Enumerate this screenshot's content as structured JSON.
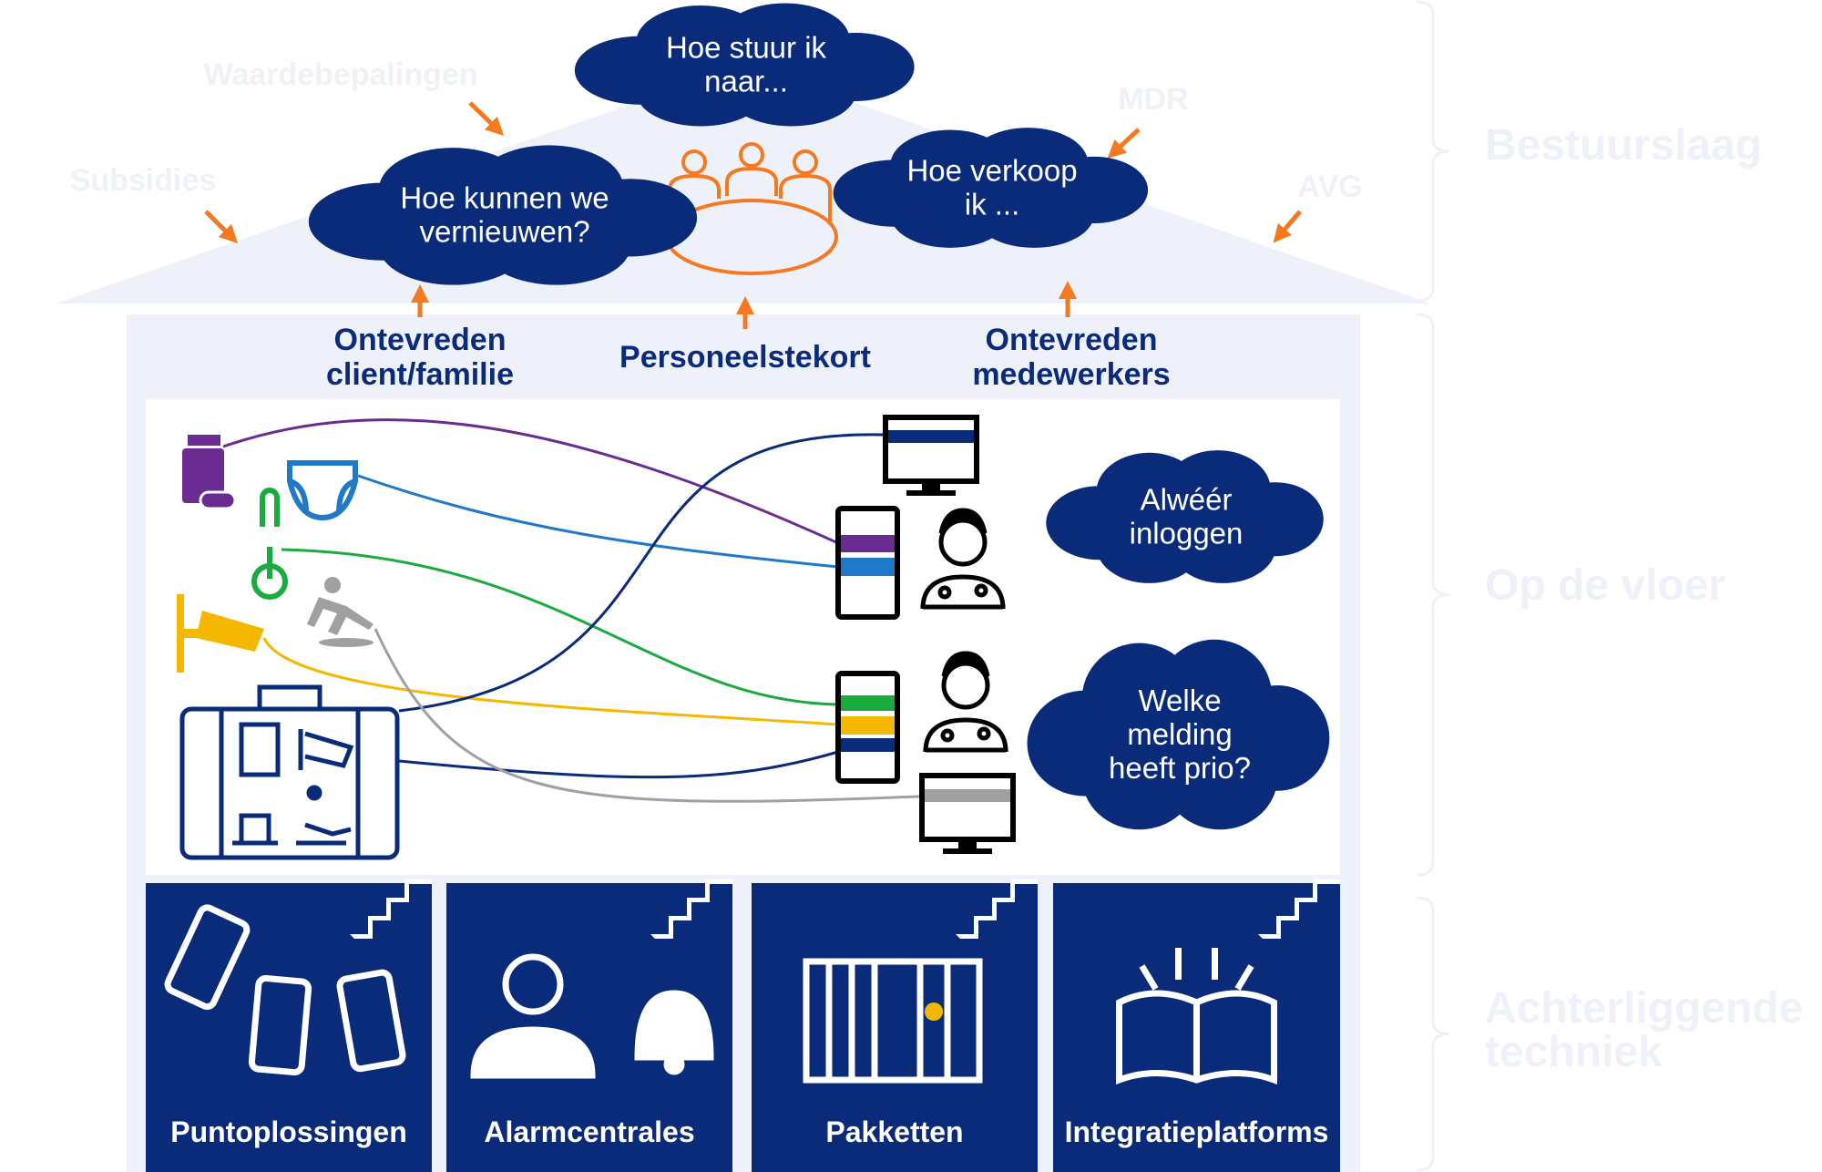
{
  "colors": {
    "navy": "#0a2a7a",
    "light": "#eef1f9",
    "orange": "#f47920",
    "purple": "#6a2c91",
    "blue": "#1f78c8",
    "green": "#1aab3e",
    "yellow": "#f5b800",
    "gray": "#a0a0a0"
  },
  "governance": {
    "clouds": [
      {
        "lines": [
          "Hoe stuur ik",
          "naar..."
        ]
      },
      {
        "lines": [
          "Hoe kunnen we",
          "vernieuwen?"
        ]
      },
      {
        "lines": [
          "Hoe verkoop",
          "ik ..."
        ]
      }
    ],
    "external_factors": [
      "Waardebepalingen",
      "Subsidies",
      "MDR",
      "AVG"
    ]
  },
  "problems": [
    "Ontevreden",
    "client/familie",
    "Personeelstekort",
    "Ontevreden",
    "medewerkers"
  ],
  "floor_clouds": [
    {
      "lines": [
        "Alwéér",
        "inloggen"
      ]
    },
    {
      "lines": [
        "Welke",
        "melding",
        "heeft prio?"
      ]
    }
  ],
  "layers": {
    "top": "Bestuurslaag",
    "middle": "Op de vloer",
    "bottom": [
      "Achterliggende",
      "techniek"
    ]
  },
  "tiles": [
    "Puntoplossingen",
    "Alarmcentrales",
    "Pakketten",
    "Integratieplatforms"
  ]
}
